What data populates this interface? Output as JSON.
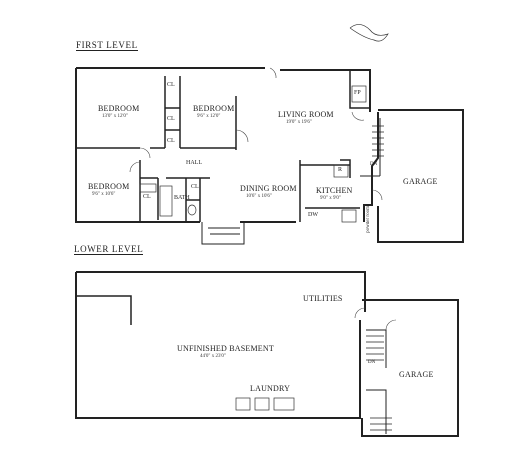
{
  "levels": {
    "first": {
      "heading": "FIRST LEVEL",
      "rooms": {
        "bedroom_1": {
          "label": "BEDROOM",
          "dims": "13'0\" x 12'0\""
        },
        "bedroom_2": {
          "label": "BEDROOM",
          "dims": "9'6\" x 12'0\""
        },
        "bedroom_3": {
          "label": "BEDROOM",
          "dims": "9'6\" x 10'6\""
        },
        "living_room": {
          "label": "LIVING ROOM",
          "dims": "19'0\" x 19'6\""
        },
        "dining_room": {
          "label": "DINING ROOM",
          "dims": "10'6\" x 10'6\""
        },
        "kitchen": {
          "label": "KITCHEN",
          "dims": "9'0\" x 9'0\""
        },
        "garage": {
          "label": "GARAGE"
        },
        "hall": {
          "label": "HALL"
        },
        "bath": {
          "label": "BATH"
        },
        "powder_room": {
          "label": "powder room"
        }
      },
      "fixtures": {
        "closet_1": "CL",
        "closet_2": "CL",
        "closet_3": "CL",
        "closet_4": "CL",
        "closet_5": "CL",
        "fireplace": "FP",
        "refrigerator": "R",
        "dishwasher": "DW",
        "stair_down": "DN"
      }
    },
    "lower": {
      "heading": "LOWER LEVEL",
      "rooms": {
        "basement": {
          "label": "UNFINISHED BASEMENT",
          "dims": "44'0\" x 23'0\""
        },
        "utilities": {
          "label": "UTILITIES"
        },
        "laundry": {
          "label": "LAUNDRY"
        },
        "garage": {
          "label": "GARAGE"
        }
      },
      "fixtures": {
        "stair_down": "DN"
      }
    }
  }
}
